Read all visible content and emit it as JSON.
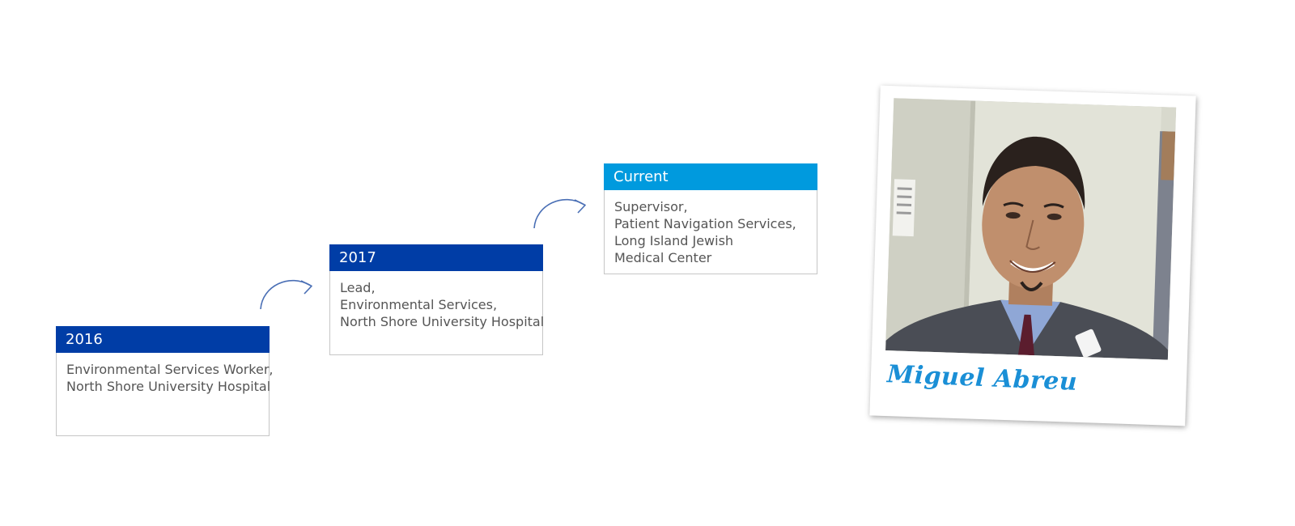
{
  "steps": [
    {
      "header": "2016",
      "header_color": "#003da6",
      "lines": [
        "Environmental Services Worker,",
        "North Shore University Hospital"
      ]
    },
    {
      "header": "2017",
      "header_color": "#003da6",
      "lines": [
        "Lead,",
        "Environmental Services,",
        "North Shore University Hospital"
      ]
    },
    {
      "header": "Current",
      "header_color": "#009ade",
      "lines": [
        "Supervisor,",
        "Patient Navigation Services,",
        "Long Island Jewish",
        "Medical Center"
      ]
    }
  ],
  "arrow_color": "#4a6fb5",
  "photo": {
    "icon": "portrait-photo",
    "caption": "Miguel Abreu",
    "caption_color": "#1a8fd6"
  }
}
